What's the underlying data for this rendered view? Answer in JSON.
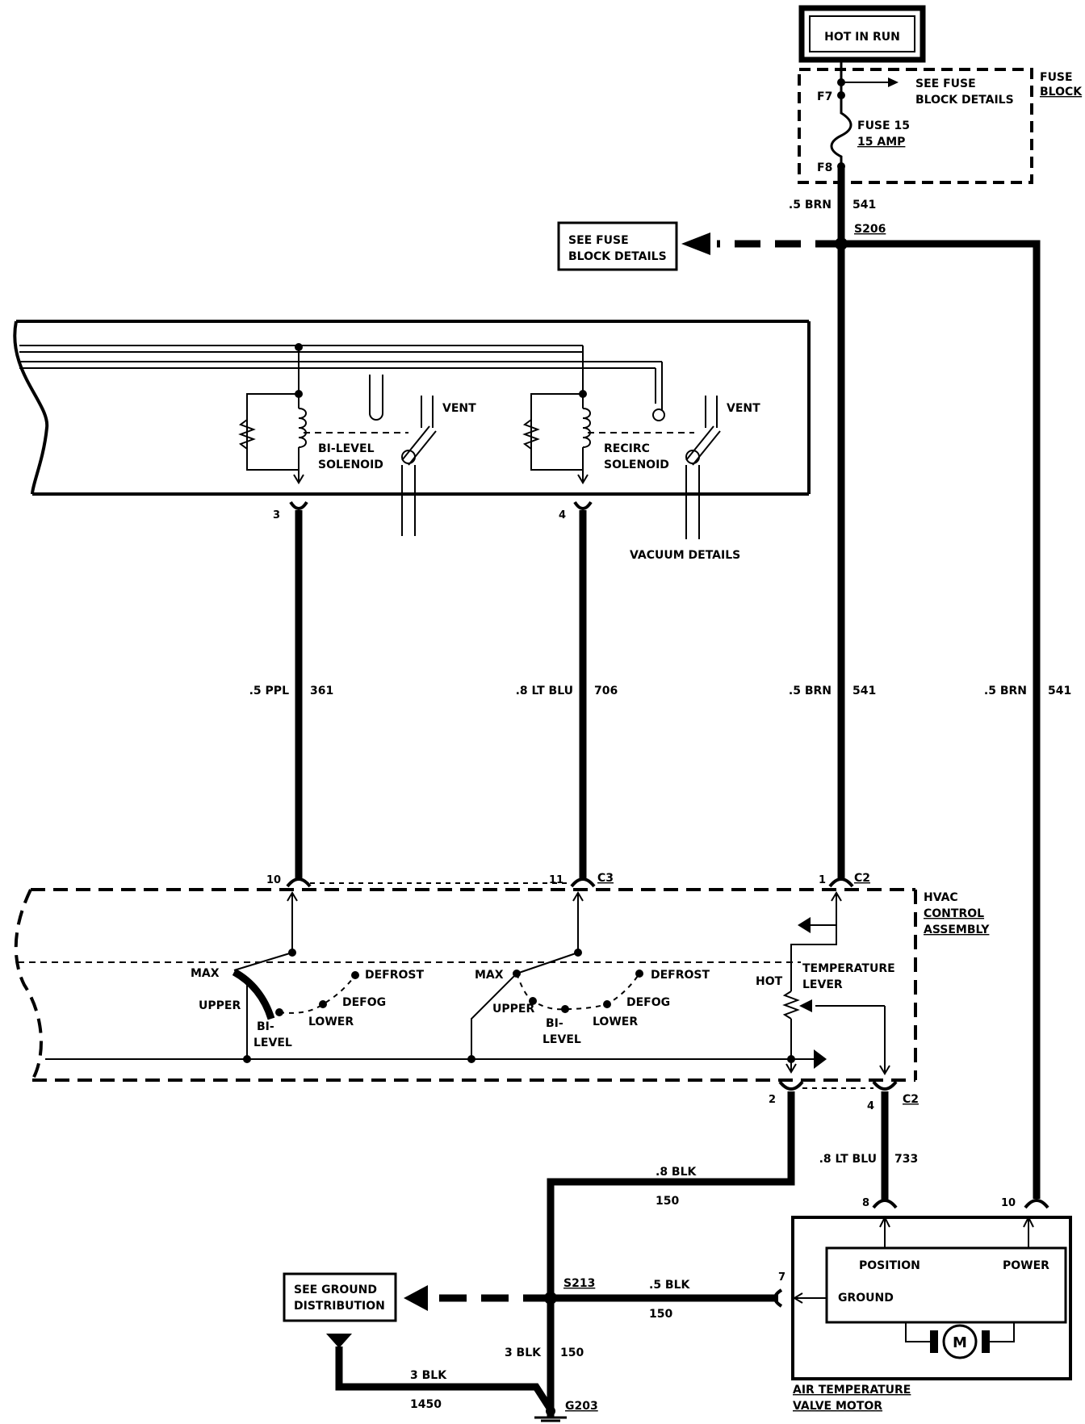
{
  "power": {
    "hot_in_run": "HOT IN RUN"
  },
  "fuse_block": {
    "title_line1": "FUSE",
    "title_line2": "BLOCK",
    "see_details_line1": "SEE FUSE",
    "see_details_line2": "BLOCK DETAILS",
    "terminal_top": "F7",
    "terminal_bottom": "F8",
    "fuse_name": "FUSE 15",
    "fuse_rating": "15 AMP"
  },
  "splices": {
    "s206": "S206",
    "s213": "S213",
    "g203": "G203"
  },
  "refs": {
    "fuse_details_line1": "SEE FUSE",
    "fuse_details_line2": "BLOCK DETAILS",
    "ground_dist_line1": "SEE GROUND",
    "ground_dist_line2": "DISTRIBUTION",
    "vacuum_details": "VACUUM DETAILS"
  },
  "solenoids": {
    "bilevel_line1": "BI-LEVEL",
    "bilevel_line2": "SOLENOID",
    "recirc_line1": "RECIRC",
    "recirc_line2": "SOLENOID",
    "vent_1": "VENT",
    "vent_2": "VENT",
    "pin_bilevel": "3",
    "pin_recirc": "4"
  },
  "wires": {
    "w541_top_gauge": ".5 BRN",
    "w541_top_circuit": "541",
    "w361_gauge": ".5 PPL",
    "w361_circuit": "361",
    "w706_gauge": ".8 LT BLU",
    "w706_circuit": "706",
    "w541_mid_gauge": ".5 BRN",
    "w541_mid_circuit": "541",
    "w541_right_gauge": ".5 BRN",
    "w541_right_circuit": "541",
    "w733_gauge": ".8 LT BLU",
    "w733_circuit": "733",
    "w150_a_gauge": ".8 BLK",
    "w150_a_circuit": "150",
    "w150_b_gauge": ".5 BLK",
    "w150_b_circuit": "150",
    "w150_c_gauge": "3 BLK",
    "w150_c_circuit": "150",
    "w1450_gauge": "3 BLK",
    "w1450_circuit": "1450"
  },
  "hvac": {
    "title_line1": "HVAC",
    "title_line2": "CONTROL",
    "title_line3": "ASSEMBLY",
    "pin_10": "10",
    "pin_11": "11",
    "conn_c3": "C3",
    "pin_1": "1",
    "conn_c2_top": "C2",
    "pin_2": "2",
    "pin_4": "4",
    "conn_c2_bottom": "C2",
    "sw1_max": "MAX",
    "sw1_upper": "UPPER",
    "sw1_bi": "BI-",
    "sw1_level": "LEVEL",
    "sw1_lower": "LOWER",
    "sw1_defog": "DEFOG",
    "sw1_defrost": "DEFROST",
    "sw2_max": "MAX",
    "sw2_upper": "UPPER",
    "sw2_bi": "BI-",
    "sw2_level": "LEVEL",
    "sw2_lower": "LOWER",
    "sw2_defog": "DEFOG",
    "sw2_defrost": "DEFROST",
    "hot": "HOT",
    "temp_lever_line1": "TEMPERATURE",
    "temp_lever_line2": "LEVER"
  },
  "motor": {
    "pin_8": "8",
    "pin_10": "10",
    "pin_7": "7",
    "position": "POSITION",
    "power": "POWER",
    "ground": "GROUND",
    "motor_symbol": "M",
    "title_line1": "AIR TEMPERATURE",
    "title_line2": "VALVE MOTOR"
  }
}
